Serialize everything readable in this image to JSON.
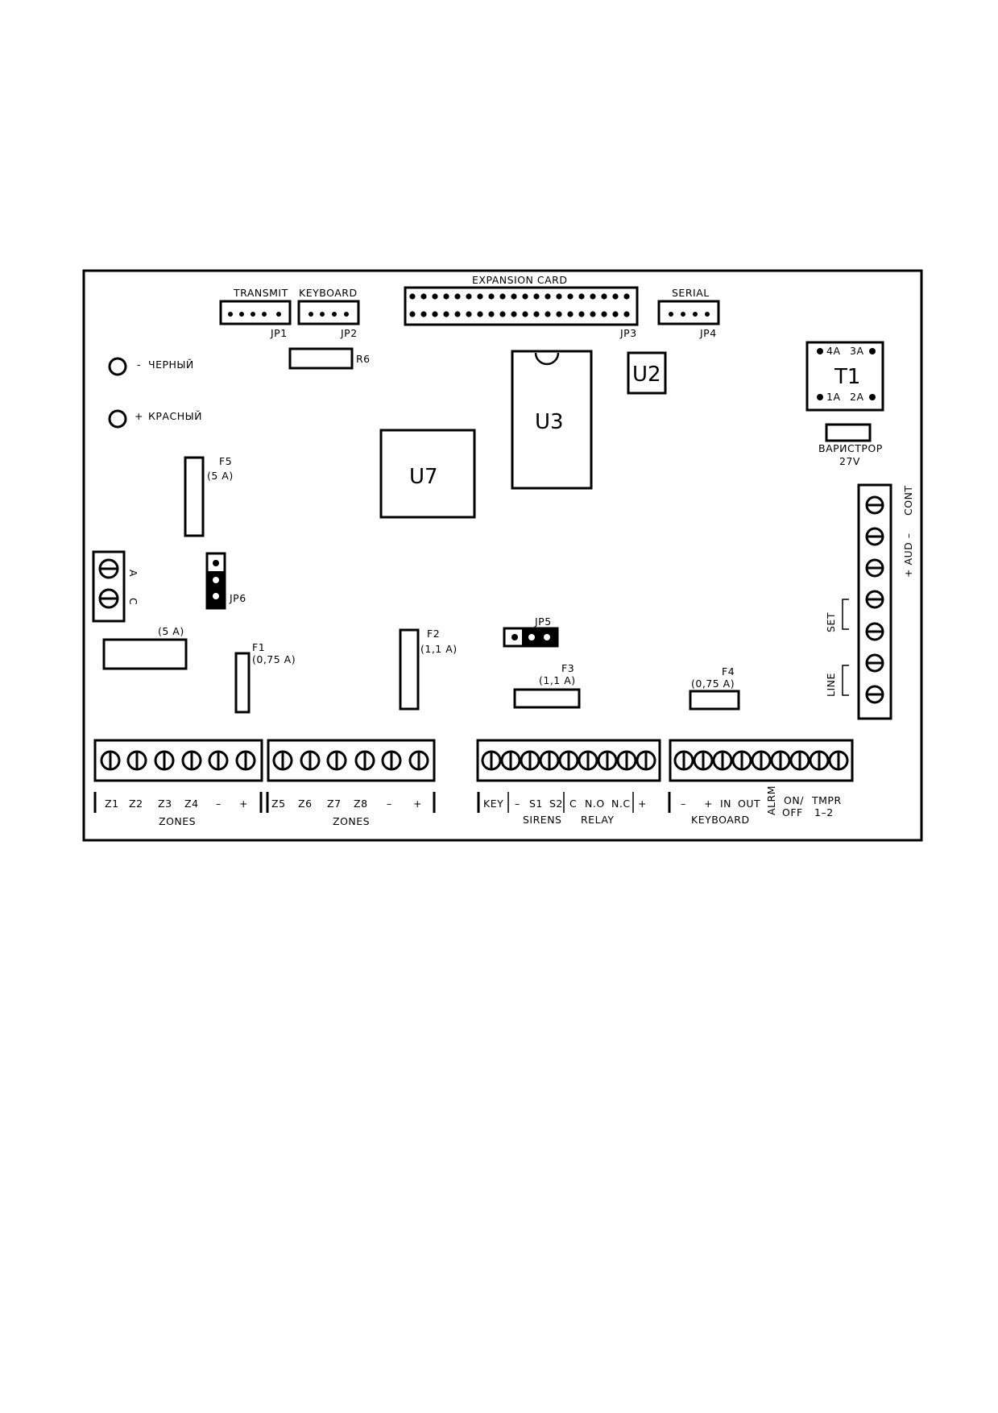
{
  "connectors": {
    "transmit": "TRANSMIT",
    "keyboard": "KEYBOARD",
    "expansion": "EXPANSION CARD",
    "serial": "SERIAL",
    "jp1": "JP1",
    "jp2": "JP2",
    "jp3": "JP3",
    "jp4": "JP4"
  },
  "components": {
    "r6": "R6",
    "u2": "U2",
    "u3": "U3",
    "u7": "U7",
    "t1": "T1",
    "t1_pins": [
      "4A",
      "3A",
      "1A",
      "2A"
    ],
    "varistor": "ВАРИСТРОР",
    "varistor_value": "27V"
  },
  "power": {
    "minus": "ЧЕРНЫЙ",
    "plus": "КРАСНЫЙ",
    "minus_sign": "-",
    "plus_sign": "+"
  },
  "fuses": {
    "f5": "F5",
    "f5_rating": "(5 A)",
    "main_rating": "(5 A)",
    "f1": "F1",
    "f1_rating": "(0,75 A)",
    "f2": "F2",
    "f2_rating": "(1,1 A)",
    "f3": "F3",
    "f3_rating": "(1,1 A)",
    "f4": "F4",
    "f4_rating": "(0,75 A)"
  },
  "jumpers": {
    "jp5": "JP5",
    "jp6": "JP6"
  },
  "left_terminal": [
    "A",
    "C"
  ],
  "right_terminal": {
    "cont": "CONT",
    "aud": "+ AUD –",
    "set": "SET",
    "line": "LINE"
  },
  "bottom_terminals": {
    "zones1_pins": [
      "Z1",
      "Z2",
      "Z3",
      "Z4",
      "–",
      "+"
    ],
    "zones1_group": "ZONES",
    "zones2_pins": [
      "Z5",
      "Z6",
      "Z7",
      "Z8",
      "–",
      "+"
    ],
    "zones2_group": "ZONES",
    "sirens_pins": [
      "KEY",
      "–",
      "S1",
      "S2",
      "C",
      "N.O",
      "N.C",
      "+"
    ],
    "sirens_group": "SIRENS",
    "relay_group": "RELAY",
    "keyboard_pins": [
      "–",
      "+",
      "IN",
      "OUT"
    ],
    "keyboard_group": "KEYBOARD",
    "alrm": "ALRM",
    "on_off": "ON/",
    "off": "OFF",
    "tmpr": "TMPR",
    "tmpr_range": "1–2"
  }
}
